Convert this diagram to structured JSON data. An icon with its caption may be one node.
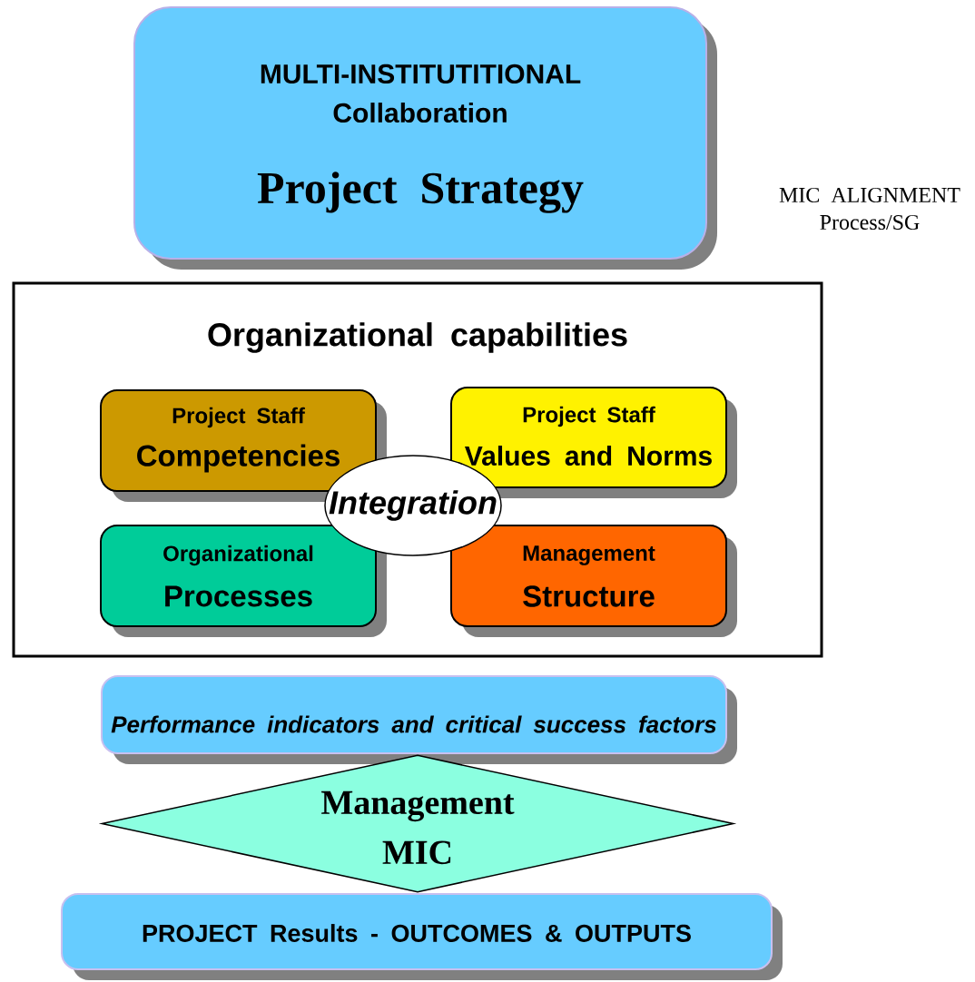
{
  "diagram": {
    "nodes": [
      {
        "text": [
          "MULTI-INSTITUTITIONAL Collaboration",
          "Project Strategy"
        ]
      },
      {
        "text": [
          "Organizational capabilities"
        ]
      },
      {
        "text": [
          "Project Staff",
          "Competencies"
        ],
        "in": 1
      },
      {
        "text": [
          "Project Staff",
          "Values and Norms"
        ],
        "in": 1
      },
      {
        "text": [
          "Organizational",
          "Processes"
        ],
        "in": 1
      },
      {
        "text": [
          "Management",
          "Structure"
        ],
        "in": 1
      },
      {
        "text": [
          "Integration"
        ],
        "in": 1
      },
      {
        "text": [
          "Performance indicators and critical success factors"
        ]
      },
      {
        "text": [
          "Management MIC"
        ]
      },
      {
        "text": [
          "PROJECT Results -  OUTCOMES & OUTPUTS"
        ]
      }
    ],
    "labels": [
      "MIC ALIGNMENT Process/SG"
    ]
  }
}
